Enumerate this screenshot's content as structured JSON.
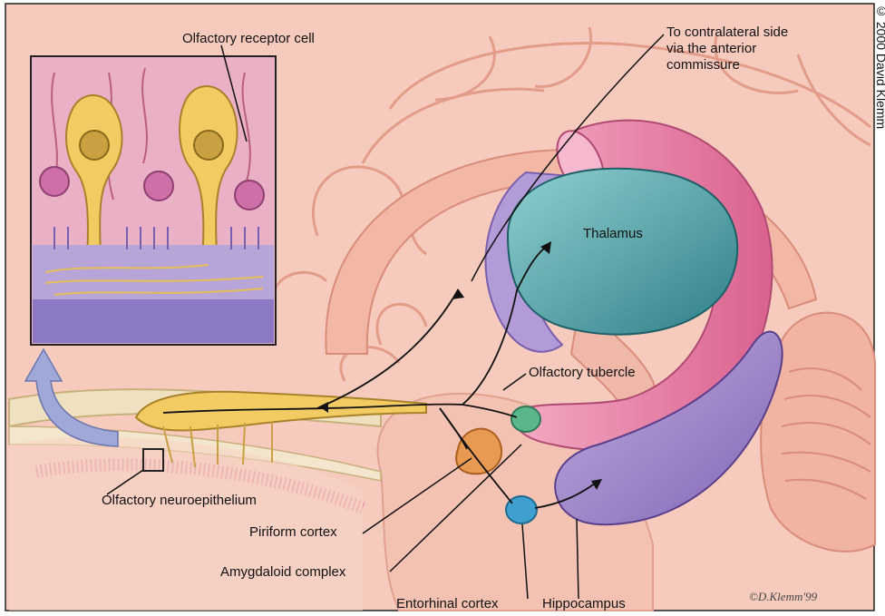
{
  "labels": {
    "olfactory_receptor_cell": "Olfactory receptor cell",
    "contralateral_line1": "To contralateral side",
    "contralateral_line2": "via the anterior",
    "contralateral_line3": "commissure",
    "thalamus": "Thalamus",
    "olfactory_tubercle": "Olfactory tubercle",
    "olfactory_neuroepithelium": "Olfactory neuroepithelium",
    "piriform_cortex": "Piriform cortex",
    "amygdaloid_complex": "Amygdaloid complex",
    "entorhinal_cortex": "Entorhinal cortex",
    "hippocampus": "Hippocampus"
  },
  "signature": "©D.Klemm'99",
  "copyright_vertical": "© 2000 David Klemm",
  "colors": {
    "brain_bg": "#f6cbbd",
    "inset_bg": "#eab0c6",
    "receptor_cell": "#f2cc62",
    "thalamus": "#4aa0a6",
    "fornix": "#e67fa6",
    "hippocampus": "#a48acb",
    "amygdala": "#e99a52",
    "entorhinal": "#3fa0cf",
    "tubercle": "#5cb68c",
    "arrow_blue": "#9fa8d6"
  }
}
